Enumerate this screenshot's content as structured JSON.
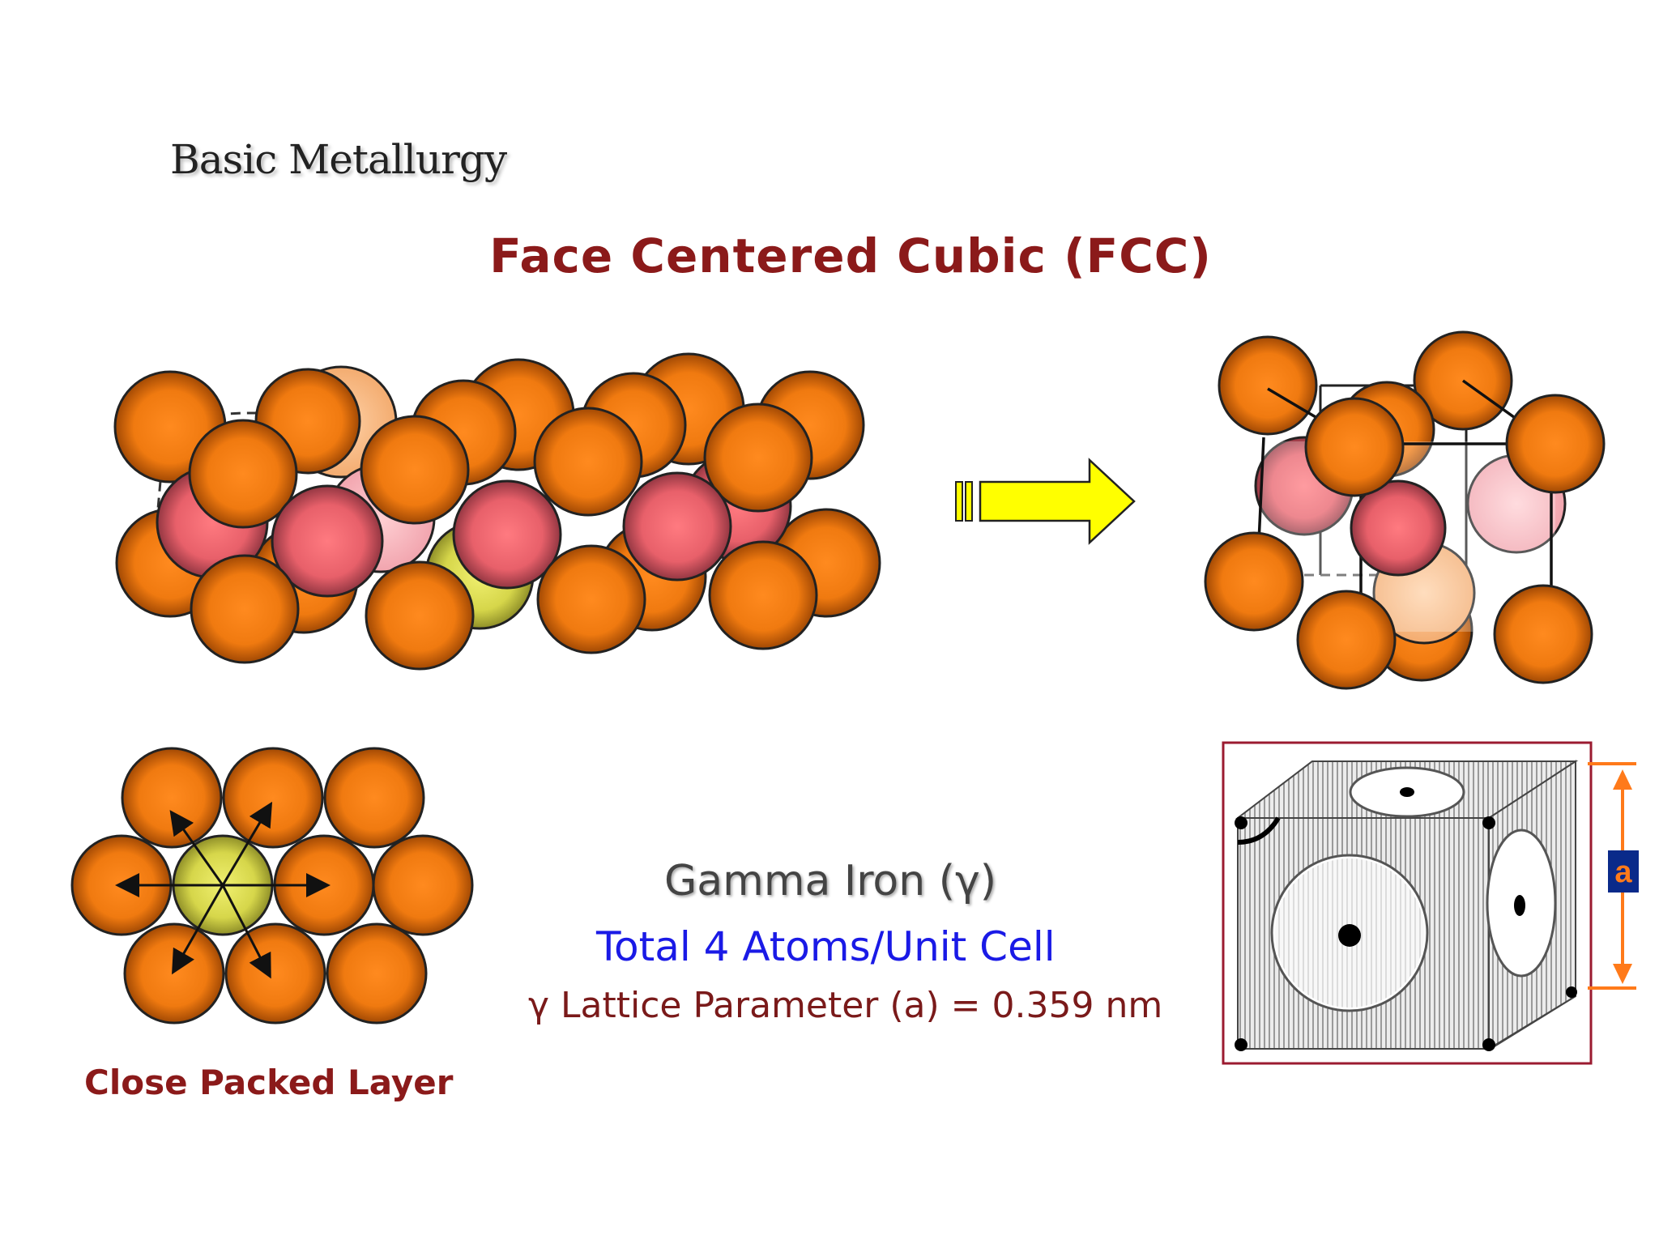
{
  "header": {
    "course_title": "Basic Metallurgy",
    "slide_title": "Face Centered Cubic (FCC)"
  },
  "info": {
    "gamma_iron": "Gamma Iron  (γ)",
    "total_atoms": "Total  4 Atoms/Unit Cell",
    "lattice_parameter": "γ Lattice Parameter (a) = 0.359 nm"
  },
  "close_packed": {
    "label": "Close Packed Layer"
  },
  "unit_cell_model": {
    "dimension_label": "a"
  },
  "colors": {
    "corner_atom": "#f07a10",
    "face_atom": "#e8606a",
    "center_atom": "#d6d64a",
    "arrow": "#ffff00",
    "title": "#8b1a1a",
    "blue_text": "#1a1ae6",
    "dimension": "#ff7a1a",
    "frame": "#9b1b30"
  }
}
